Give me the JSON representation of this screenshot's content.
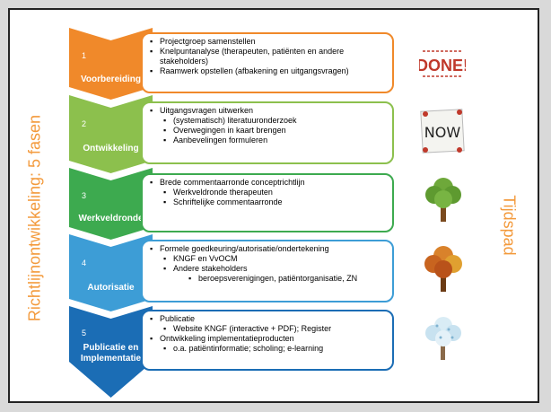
{
  "side_title": "Richtlijnontwikkeling: 5 fasen",
  "right_title": "Tijdspad",
  "phases": [
    {
      "number": "1",
      "name": "Voorbereiding",
      "color": "#f0892a",
      "items": [
        {
          "level": 1,
          "text": "Projectgroep samenstellen"
        },
        {
          "level": 1,
          "text": "Knelpuntanalyse (therapeuten, patiënten en andere stakeholders)"
        },
        {
          "level": 1,
          "text": "Raamwerk opstellen (afbakening en uitgangsvragen)"
        }
      ]
    },
    {
      "number": "2",
      "name": "Ontwikkeling",
      "color": "#8cc04d",
      "items": [
        {
          "level": 1,
          "text": "Uitgangsvragen uitwerken"
        },
        {
          "level": 2,
          "text": "(systematisch) literatuuronderzoek"
        },
        {
          "level": 2,
          "text": "Overwegingen in kaart brengen"
        },
        {
          "level": 2,
          "text": "Aanbevelingen formuleren"
        }
      ]
    },
    {
      "number": "3",
      "name": "Werkveldronde",
      "color": "#3daa4f",
      "items": [
        {
          "level": 1,
          "text": "Brede commentaarronde conceptrichtlijn"
        },
        {
          "level": 2,
          "text": "Werkveldronde therapeuten"
        },
        {
          "level": 2,
          "text": "Schriftelijke commentaarronde"
        }
      ]
    },
    {
      "number": "4",
      "name": "Autorisatie",
      "color": "#3d9dd6",
      "items": [
        {
          "level": 1,
          "text": "Formele goedkeuring/autorisatie/ondertekening"
        },
        {
          "level": 2,
          "text": "KNGF en VvOCM"
        },
        {
          "level": 2,
          "text": "Andere stakeholders"
        },
        {
          "level": 3,
          "text": "beroepsverenigingen, patiëntorganisatie, ZN"
        }
      ]
    },
    {
      "number": "5",
      "name": "Publicatie en Implementatie",
      "color": "#1b6db5",
      "items": [
        {
          "level": 1,
          "text": "Publicatie"
        },
        {
          "level": 2,
          "text": "Website KNGF (interactive + PDF); Register"
        },
        {
          "level": 1,
          "text": "Ontwikkeling implementatieproducten"
        },
        {
          "level": 2,
          "text": "o.a. patiëntinformatie; scholing; e-learning"
        }
      ]
    }
  ],
  "done_stamp": "DONE!",
  "now_note": "NOW",
  "icons": [
    "done-stamp-icon",
    "now-note-icon",
    "summer-tree-icon",
    "autumn-tree-icon",
    "winter-tree-icon"
  ]
}
